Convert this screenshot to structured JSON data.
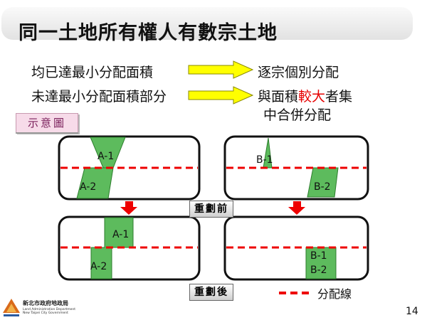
{
  "title": "同一土地所有權人有數宗土地",
  "rows": [
    {
      "left": "均已達最小分配面積",
      "right": "逐宗個別分配"
    },
    {
      "left": "未達最小分配面積部分",
      "right_part1": "與面積",
      "right_accent": "較大",
      "right_part2": "者集",
      "right_line2": "中合併分配"
    }
  ],
  "tag": "示意圖",
  "parcels": {
    "a1": "A-1",
    "a2": "A-2",
    "b1": "B-1",
    "b2": "B-2"
  },
  "stage_before": "重劃前",
  "stage_after": "重劃後",
  "legend_label": "分配線",
  "org_name": "新北市政府地政局",
  "org_en_1": "Land Administration Department",
  "org_en_2": "New Taipei City Government",
  "page_number": "14",
  "colors": {
    "parcel_fill": "#5dbb5d",
    "allocation_line": "#e00000",
    "arrow_yellow": "#ffff00",
    "accent_red": "#e60000"
  }
}
